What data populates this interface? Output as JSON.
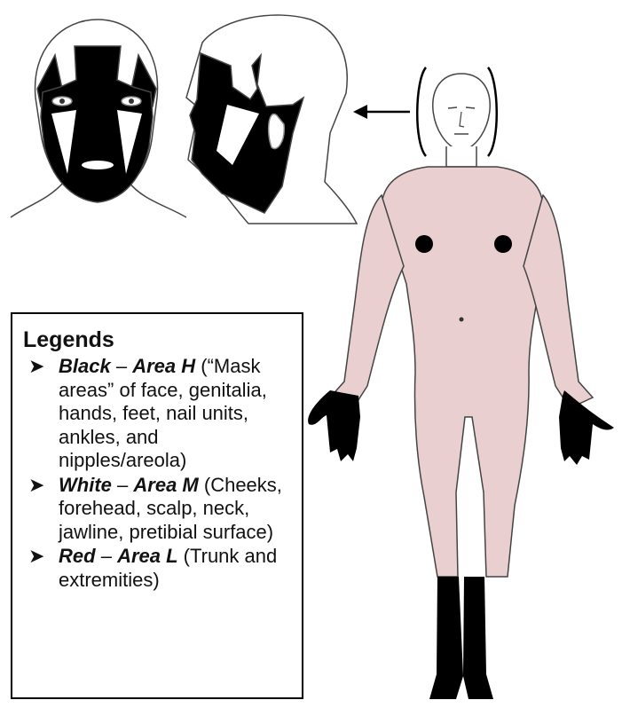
{
  "legend": {
    "title": "Legends",
    "items": [
      {
        "color_word": "Black",
        "dash": "–",
        "area": "Area H",
        "description": "(“Mask areas” of face, genitalia, hands, feet, nail units, ankles, and nipples/areola)"
      },
      {
        "color_word": "White",
        "dash": "–",
        "area": "Area M",
        "description": "(Cheeks, forehead, scalp, neck, jawline, pretibial surface)"
      },
      {
        "color_word": "Red",
        "dash": "–",
        "area": "Area L",
        "description": "(Trunk and extremities)"
      }
    ]
  },
  "colors": {
    "area_h": "#000000",
    "area_m": "#ffffff",
    "area_l": "#e9cfcf",
    "outline": "#444444"
  },
  "icons": {
    "arrow": "left-arrow-icon",
    "bullet": "arrowhead-bullet-icon"
  }
}
